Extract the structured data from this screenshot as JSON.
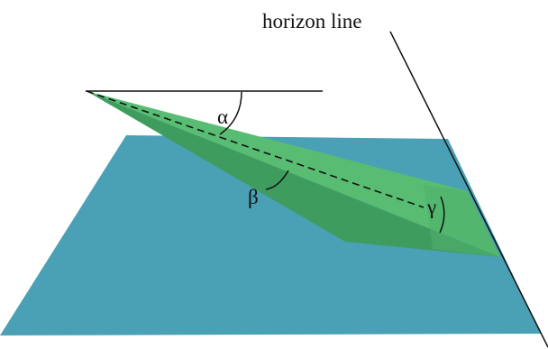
{
  "labels": {
    "horizon": "horizon line",
    "alpha": "α",
    "beta": "β",
    "gamma": "γ"
  },
  "colors": {
    "plane": "#4aa0b5",
    "wedge_top": "#58bd72",
    "wedge_side": "#3f9c5f",
    "wedge_tip": "#4fb16c",
    "line": "#111111"
  }
}
